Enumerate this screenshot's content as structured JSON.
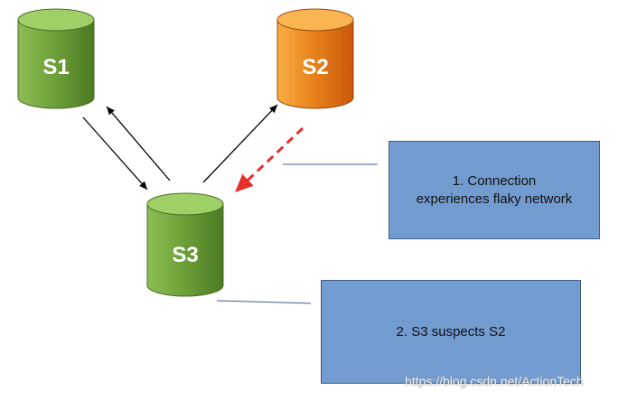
{
  "nodes": {
    "s1": {
      "label": "S1",
      "color": "#5f8f2f",
      "highlight": "#8dbe56"
    },
    "s2": {
      "label": "S2",
      "color": "#d4690f",
      "highlight": "#f2a43c"
    },
    "s3": {
      "label": "S3",
      "color": "#5f8f2f",
      "highlight": "#8dbe56"
    }
  },
  "notes": {
    "note1": {
      "line1": "1. Connection",
      "line2": "experiences flaky network"
    },
    "note2": {
      "line1": "2. S3 suspects S2"
    }
  },
  "colors": {
    "note_fill": "#729bcf",
    "note_border": "#3f5f86",
    "arrow_normal": "#000000",
    "arrow_flaky": "#e8302a",
    "connector": "#3f5f86"
  },
  "watermark": "https://blog.csdn.net/ActionTech"
}
